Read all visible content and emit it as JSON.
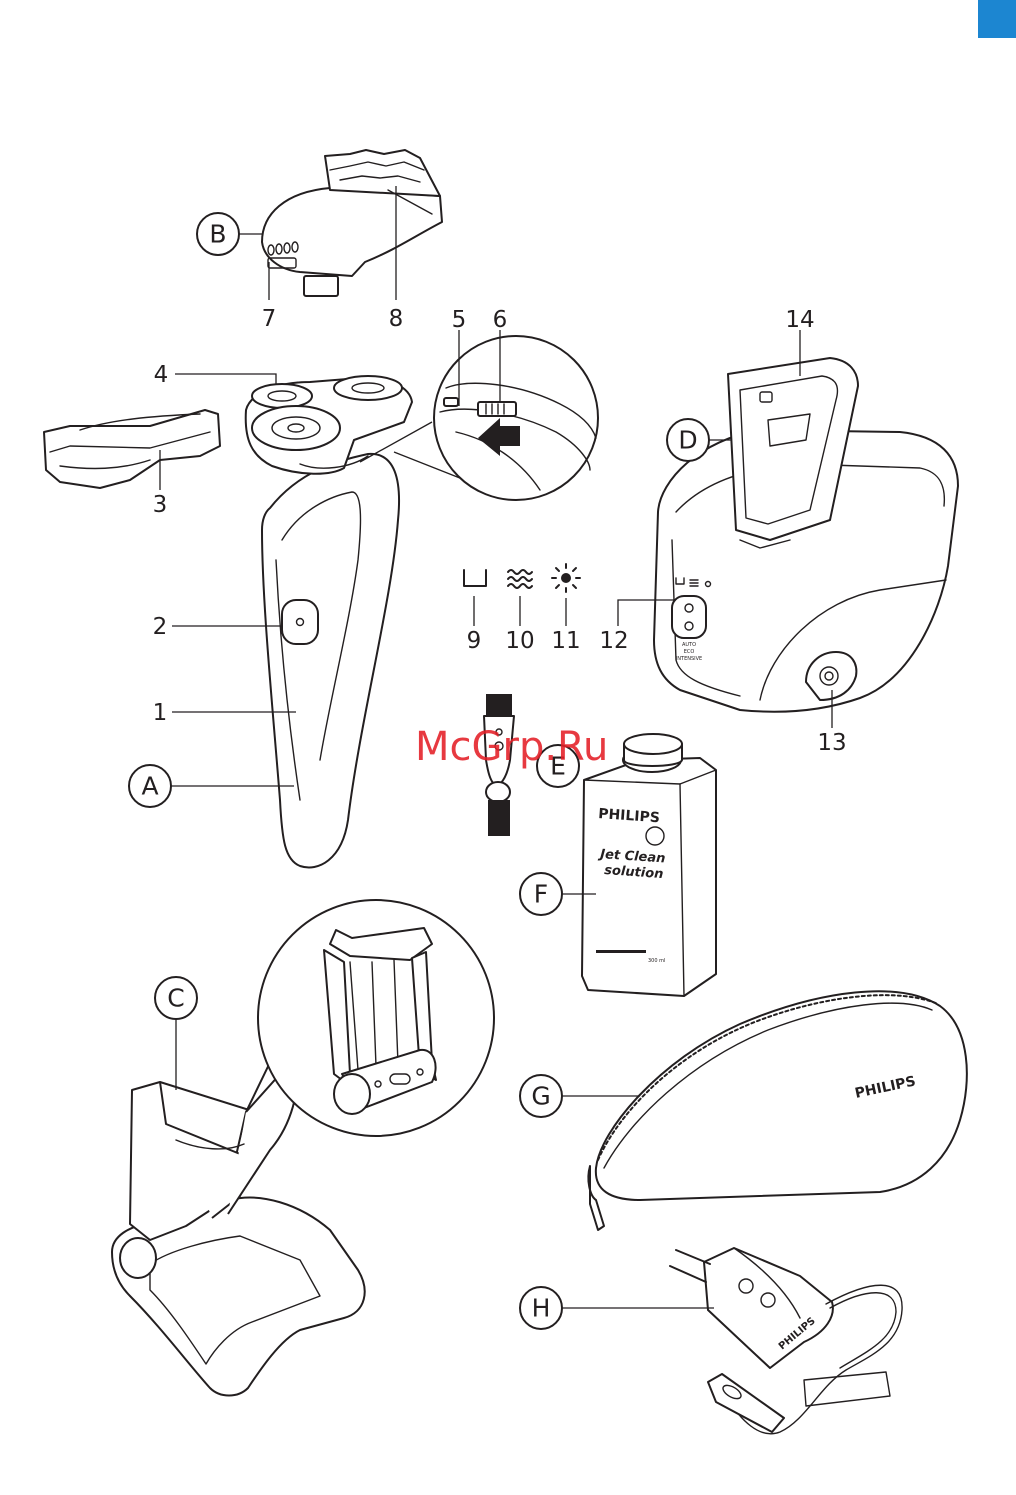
{
  "colors": {
    "ink": "#231f20",
    "accent": "#1c86d1",
    "watermark": "#e41e26"
  },
  "components": [
    {
      "letter": "A"
    },
    {
      "letter": "B"
    },
    {
      "letter": "C"
    },
    {
      "letter": "D"
    },
    {
      "letter": "E"
    },
    {
      "letter": "F"
    },
    {
      "letter": "G"
    },
    {
      "letter": "H"
    }
  ],
  "callouts": [
    "1",
    "2",
    "3",
    "4",
    "5",
    "6",
    "7",
    "8",
    "9",
    "10",
    "11",
    "12",
    "13",
    "14"
  ],
  "status_icons": [
    "cup-icon",
    "waves-icon",
    "sun-icon"
  ],
  "texts": {
    "brand": "PHILIPS",
    "solution_line1": "Jet Clean",
    "solution_line2": "solution",
    "volume": "300 ml",
    "dock_modes": [
      "AUTO",
      "ECO",
      "INTENSIVE"
    ],
    "watermark": "McGrp.Ru"
  }
}
